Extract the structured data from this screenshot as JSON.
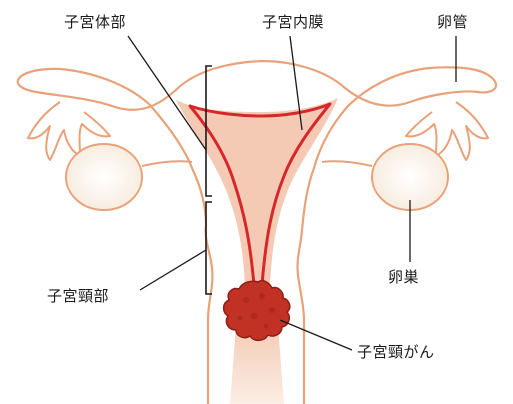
{
  "labels": {
    "uterine_body": "子宮体部",
    "endometrium": "子宮内膜",
    "fallopian_tube": "卵管",
    "ovary": "卵巣",
    "cervix": "子宮頸部",
    "cervical_cancer": "子宮頸がん"
  },
  "colors": {
    "outline": "#e8a27a",
    "uterus_fill": "#f3c4ad",
    "endometrium_line": "#d6282a",
    "tumor": "#c23224",
    "tumor_edge": "#8f1e14",
    "ovary_fill": "#fbf3e9",
    "leader_line": "#1a1a1a"
  }
}
